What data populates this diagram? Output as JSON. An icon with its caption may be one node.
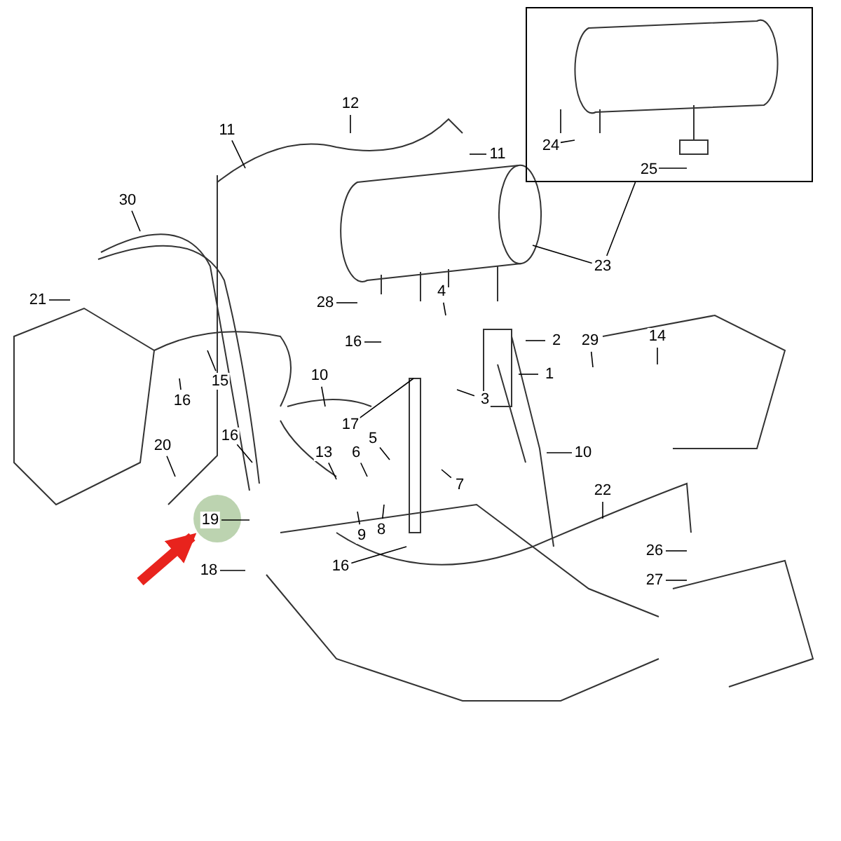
{
  "diagram": {
    "nodes": [
      {
        "text": [],
        "shape": "box"
      },
      {
        "text": [
          "24"
        ],
        "in": 0
      },
      {
        "text": [
          "25"
        ],
        "in": 0
      },
      {
        "text": [
          "12"
        ]
      },
      {
        "text": [
          "11"
        ]
      },
      {
        "text": [
          "11"
        ]
      },
      {
        "text": [
          "30"
        ]
      },
      {
        "text": [
          "23"
        ]
      },
      {
        "text": [
          "21"
        ]
      },
      {
        "text": [
          "4"
        ]
      },
      {
        "text": [
          "28"
        ]
      },
      {
        "text": [
          "14"
        ]
      },
      {
        "text": [
          "2"
        ]
      },
      {
        "text": [
          "29"
        ]
      },
      {
        "text": [
          "16"
        ]
      },
      {
        "text": [
          "1"
        ]
      },
      {
        "text": [
          "10"
        ]
      },
      {
        "text": [
          "15"
        ]
      },
      {
        "text": [
          "3"
        ]
      },
      {
        "text": [
          "16"
        ]
      },
      {
        "text": [
          "17"
        ]
      },
      {
        "text": [
          "16"
        ]
      },
      {
        "text": [
          "5"
        ]
      },
      {
        "text": [
          "20"
        ]
      },
      {
        "text": [
          "13"
        ]
      },
      {
        "text": [
          "6"
        ]
      },
      {
        "text": [
          "10"
        ]
      },
      {
        "text": [
          "7"
        ]
      },
      {
        "text": [
          "22"
        ]
      },
      {
        "text": [
          "19"
        ]
      },
      {
        "text": [
          "8"
        ]
      },
      {
        "text": [
          "9"
        ]
      },
      {
        "text": [
          "26"
        ]
      },
      {
        "text": [
          "16"
        ]
      },
      {
        "text": [
          "18"
        ]
      },
      {
        "text": [
          "27"
        ]
      }
    ],
    "edges": [
      {
        "from": 1,
        "to": null,
        "arrow": "none"
      },
      {
        "from": 2,
        "to": null,
        "arrow": "none"
      },
      {
        "from": 3,
        "to": null,
        "arrow": "none"
      },
      {
        "from": 4,
        "to": null,
        "arrow": "none"
      },
      {
        "from": 5,
        "to": null,
        "arrow": "none"
      },
      {
        "from": 6,
        "to": null,
        "arrow": "none"
      },
      {
        "from": 7,
        "to": null,
        "arrow": "none"
      },
      {
        "from": 7,
        "to": 0,
        "arrow": "none"
      },
      {
        "from": 8,
        "to": null,
        "arrow": "none"
      },
      {
        "from": 9,
        "to": null,
        "arrow": "none"
      },
      {
        "from": 10,
        "to": null,
        "arrow": "none"
      },
      {
        "from": 11,
        "to": null,
        "arrow": "none"
      },
      {
        "from": 12,
        "to": null,
        "arrow": "none"
      },
      {
        "from": 13,
        "to": null,
        "arrow": "none"
      },
      {
        "from": 14,
        "to": null,
        "arrow": "none"
      },
      {
        "from": 15,
        "to": null,
        "arrow": "none"
      },
      {
        "from": 16,
        "to": null,
        "arrow": "none"
      },
      {
        "from": 17,
        "to": null,
        "arrow": "none"
      },
      {
        "from": 18,
        "to": null,
        "arrow": "none"
      },
      {
        "from": 19,
        "to": null,
        "arrow": "none"
      },
      {
        "from": 20,
        "to": null,
        "arrow": "none"
      },
      {
        "from": 21,
        "to": null,
        "arrow": "none"
      },
      {
        "from": 22,
        "to": null,
        "arrow": "none"
      },
      {
        "from": 23,
        "to": null,
        "arrow": "none"
      },
      {
        "from": 24,
        "to": null,
        "arrow": "none"
      },
      {
        "from": 25,
        "to": null,
        "arrow": "none"
      },
      {
        "from": 26,
        "to": null,
        "arrow": "none"
      },
      {
        "from": 27,
        "to": null,
        "arrow": "none"
      },
      {
        "from": 28,
        "to": null,
        "arrow": "none"
      },
      {
        "from": 29,
        "to": null,
        "arrow": "none"
      },
      {
        "from": 30,
        "to": null,
        "arrow": "none"
      },
      {
        "from": 31,
        "to": null,
        "arrow": "none"
      },
      {
        "from": 32,
        "to": null,
        "arrow": "none"
      },
      {
        "from": 33,
        "to": null,
        "arrow": "none"
      },
      {
        "from": 34,
        "to": null,
        "arrow": "none"
      },
      {
        "from": 35,
        "to": null,
        "arrow": "none"
      },
      {
        "from": null,
        "to": 29,
        "arrow": "to",
        "style": "thick",
        "color": "#e8231d"
      }
    ]
  }
}
